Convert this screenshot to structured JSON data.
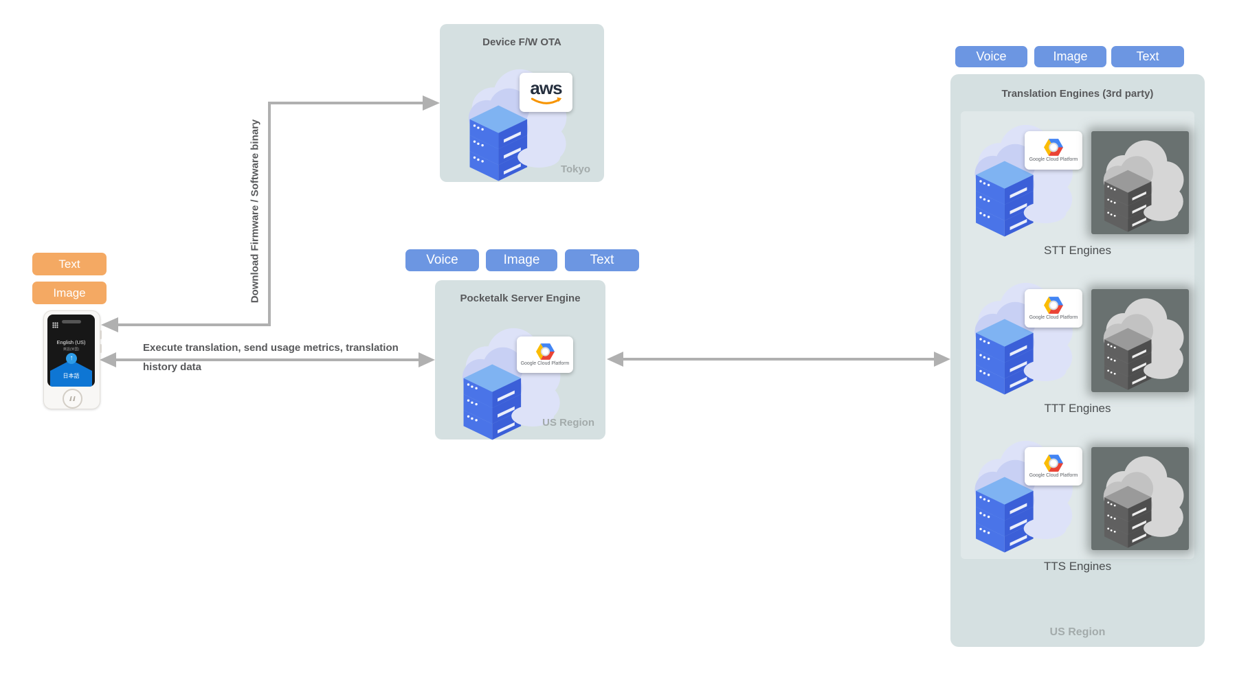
{
  "colors": {
    "box_bg": "#d5e0e1",
    "blue_button": "#6c96e2",
    "orange_button": "#f4a963",
    "arrow": "#b0b0b0",
    "region_label": "#a3abab",
    "aws_orange": "#f79400",
    "gcp_blue": "#4285f4",
    "gcp_yellow": "#fbbc05",
    "gcp_red": "#ea4335"
  },
  "left_device": {
    "modal_buttons": [
      {
        "label": "Text"
      },
      {
        "label": "Image"
      }
    ],
    "screen": {
      "language_top": "English (US)",
      "language_top_sub": "英語(米国)",
      "up_arrow": "↑",
      "language_bottom": "日本語"
    }
  },
  "connections": {
    "firmware_label": "Download Firmware / Software binary",
    "translation_label_line1": "Execute translation, send usage metrics, translation",
    "translation_label_line2": "history data"
  },
  "ota_box": {
    "title": "Device F/W OTA",
    "provider": "aws",
    "region": "Tokyo"
  },
  "server_box": {
    "title": "Pocketalk Server Engine",
    "provider": "Google Cloud Platform",
    "region": "US Region"
  },
  "server_modal_buttons": [
    {
      "label": "Voice"
    },
    {
      "label": "Image"
    },
    {
      "label": "Text"
    }
  ],
  "engines_modal_buttons": [
    {
      "label": "Voice"
    },
    {
      "label": "Image"
    },
    {
      "label": "Text"
    }
  ],
  "engines_box": {
    "title": "Translation Engines (3rd party)",
    "region": "US Region",
    "rows": [
      {
        "label": "STT Engines",
        "provider": "Google Cloud Platform"
      },
      {
        "label": "TTT Engines",
        "provider": "Google Cloud Platform"
      },
      {
        "label": "TTS Engines",
        "provider": "Google Cloud Platform"
      }
    ]
  }
}
